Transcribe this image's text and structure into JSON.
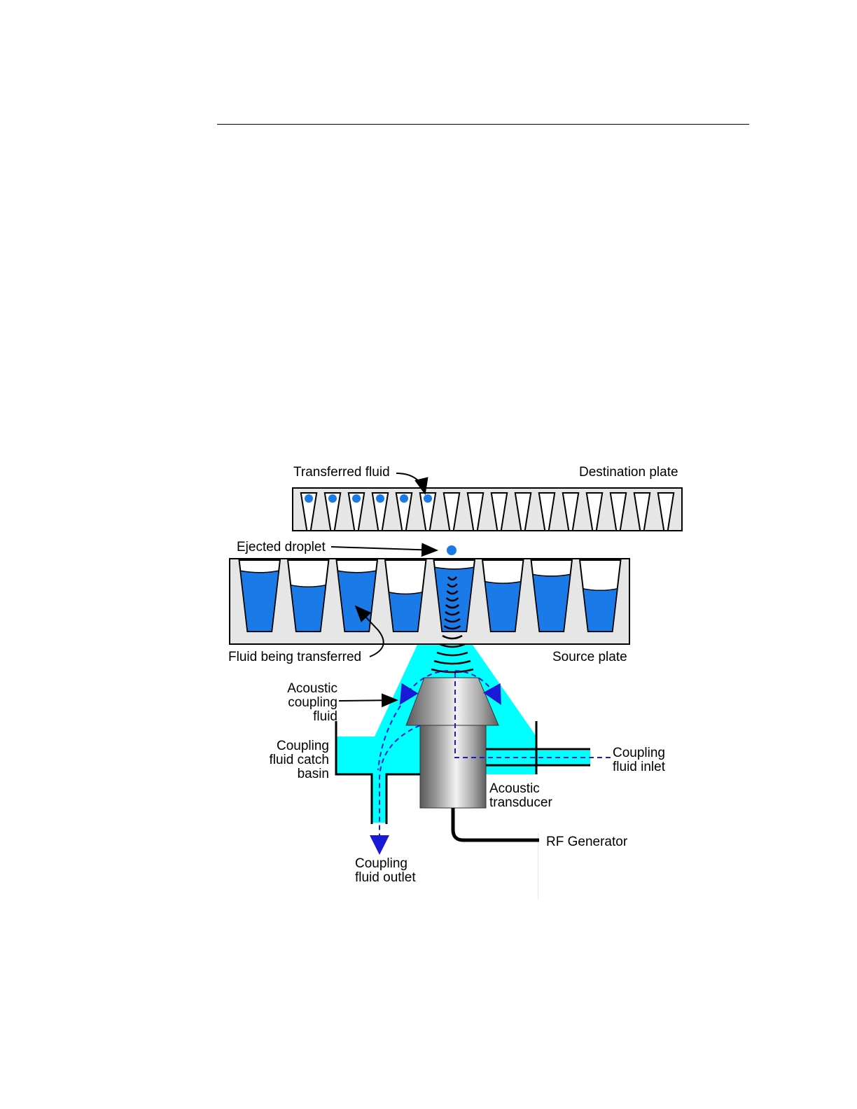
{
  "labels": {
    "transferred_fluid": "Transferred fluid",
    "destination_plate": "Destination plate",
    "ejected_droplet": "Ejected droplet",
    "fluid_being_transferred": "Fluid being transferred",
    "source_plate": "Source plate",
    "acoustic_coupling_fluid": [
      "Acoustic",
      "coupling",
      "fluid"
    ],
    "coupling_fluid_catch_basin": [
      "Coupling",
      "fluid catch",
      "basin"
    ],
    "coupling_fluid_inlet": [
      "Coupling",
      "fluid inlet"
    ],
    "acoustic_transducer": [
      "Acoustic",
      "transducer"
    ],
    "rf_generator": "RF Generator",
    "coupling_fluid_outlet": [
      "Coupling",
      "fluid outlet"
    ]
  },
  "colors": {
    "well_fluid": "#1a7be8",
    "coupling_fluid": "#00ffff",
    "plate_fill": "#e6e6e6",
    "flow_arrow": "#1a1ad6"
  },
  "destination_plate": {
    "well_count": 16,
    "filled_wells": 6
  },
  "source_plate": {
    "well_count": 8,
    "fill_levels": [
      0.85,
      0.65,
      0.85,
      0.55,
      0.9,
      0.7,
      0.8,
      0.6
    ]
  }
}
